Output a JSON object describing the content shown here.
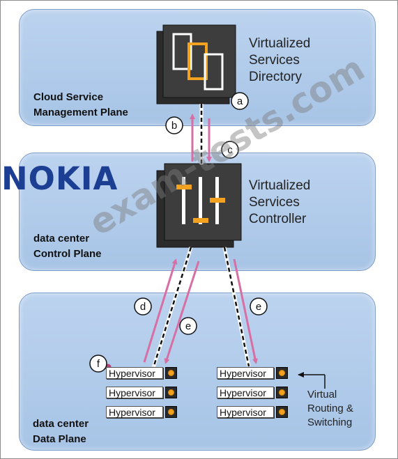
{
  "watermark": "exam-tests.com",
  "brand": "NOKIA",
  "colors": {
    "plane_fill": "#a9c5e6",
    "arrow_pink": "#d76fa4",
    "accent_orange": "#f2a21e",
    "brand_blue": "#1c3f94"
  },
  "planes": {
    "management": {
      "label_line1": "Cloud Service",
      "label_line2": "Management Plane"
    },
    "control": {
      "label_line1": "data center",
      "label_line2": "Control Plane"
    },
    "data": {
      "label_line1": "data center",
      "label_line2": "Data Plane"
    }
  },
  "vsd": {
    "line1": "Virtualized",
    "line2": "Services",
    "line3": "Directory"
  },
  "vsc": {
    "line1": "Virtualized",
    "line2": "Services",
    "line3": "Controller"
  },
  "callouts": {
    "a": "a",
    "b": "b",
    "c": "c",
    "d": "d",
    "e1": "e",
    "e2": "e",
    "f": "f"
  },
  "hypervisors": {
    "left": [
      "Hypervisor",
      "Hypervisor",
      "Hypervisor"
    ],
    "right": [
      "Hypervisor",
      "Hypervisor",
      "Hypervisor"
    ]
  },
  "vrs": {
    "line1": "Virtual",
    "line2": "Routing &",
    "line3": "Switching"
  }
}
